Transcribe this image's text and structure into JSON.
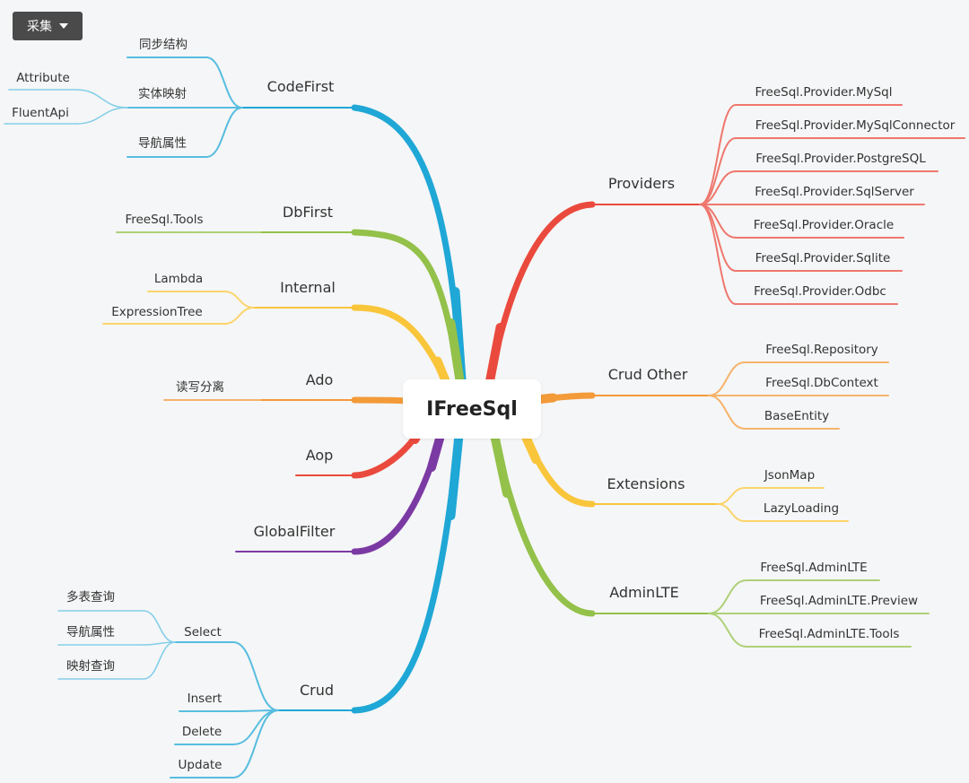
{
  "toolbar": {
    "collect_label": "采集",
    "dropdown_icon": "caret-down-icon"
  },
  "root": {
    "label": "IFreeSql"
  },
  "colors": {
    "blue": "#1fa7d6",
    "green": "#93c14a",
    "yellow": "#f9c53a",
    "orange": "#f39a39",
    "red": "#ea4a3d",
    "purple": "#7b3aa3"
  },
  "branches": [
    {
      "key": "codefirst",
      "label": "CodeFirst",
      "side": "left",
      "color": "blue",
      "children": [
        {
          "label": "同步结构",
          "children": []
        },
        {
          "label": "实体映射",
          "children": [
            {
              "label": "Attribute"
            },
            {
              "label": "FluentApi"
            }
          ]
        },
        {
          "label": "导航属性",
          "children": []
        }
      ]
    },
    {
      "key": "dbfirst",
      "label": "DbFirst",
      "side": "left",
      "color": "green",
      "children": [
        {
          "label": "FreeSql.Tools",
          "children": []
        }
      ]
    },
    {
      "key": "internal",
      "label": "Internal",
      "side": "left",
      "color": "yellow",
      "children": [
        {
          "label": "Lambda",
          "children": []
        },
        {
          "label": "ExpressionTree",
          "children": []
        }
      ]
    },
    {
      "key": "ado",
      "label": "Ado",
      "side": "left",
      "color": "orange",
      "children": [
        {
          "label": "读写分离",
          "children": []
        }
      ]
    },
    {
      "key": "aop",
      "label": "Aop",
      "side": "left",
      "color": "red",
      "children": []
    },
    {
      "key": "globalfilter",
      "label": "GlobalFilter",
      "side": "left",
      "color": "purple",
      "children": []
    },
    {
      "key": "crud",
      "label": "Crud",
      "side": "left",
      "color": "blue",
      "children": [
        {
          "label": "Select",
          "children": [
            {
              "label": "多表查询"
            },
            {
              "label": "导航属性"
            },
            {
              "label": "映射查询"
            }
          ]
        },
        {
          "label": "Insert",
          "children": []
        },
        {
          "label": "Delete",
          "children": []
        },
        {
          "label": "Update",
          "children": []
        }
      ]
    },
    {
      "key": "providers",
      "label": "Providers",
      "side": "right",
      "color": "red",
      "children": [
        {
          "label": "FreeSql.Provider.MySql",
          "children": []
        },
        {
          "label": "FreeSql.Provider.MySqlConnector",
          "children": []
        },
        {
          "label": "FreeSql.Provider.PostgreSQL",
          "children": []
        },
        {
          "label": "FreeSql.Provider.SqlServer",
          "children": []
        },
        {
          "label": "FreeSql.Provider.Oracle",
          "children": []
        },
        {
          "label": "FreeSql.Provider.Sqlite",
          "children": []
        },
        {
          "label": "FreeSql.Provider.Odbc",
          "children": []
        }
      ]
    },
    {
      "key": "crudother",
      "label": "Crud Other",
      "side": "right",
      "color": "orange",
      "children": [
        {
          "label": "FreeSql.Repository",
          "children": []
        },
        {
          "label": "FreeSql.DbContext",
          "children": []
        },
        {
          "label": "BaseEntity",
          "children": []
        }
      ]
    },
    {
      "key": "extensions",
      "label": "Extensions",
      "side": "right",
      "color": "yellow",
      "children": [
        {
          "label": "JsonMap",
          "children": []
        },
        {
          "label": "LazyLoading",
          "children": []
        }
      ]
    },
    {
      "key": "adminlte",
      "label": "AdminLTE",
      "side": "right",
      "color": "green",
      "children": [
        {
          "label": "FreeSql.AdminLTE",
          "children": []
        },
        {
          "label": "FreeSql.AdminLTE.Preview",
          "children": []
        },
        {
          "label": "FreeSql.AdminLTE.Tools",
          "children": []
        }
      ]
    }
  ]
}
